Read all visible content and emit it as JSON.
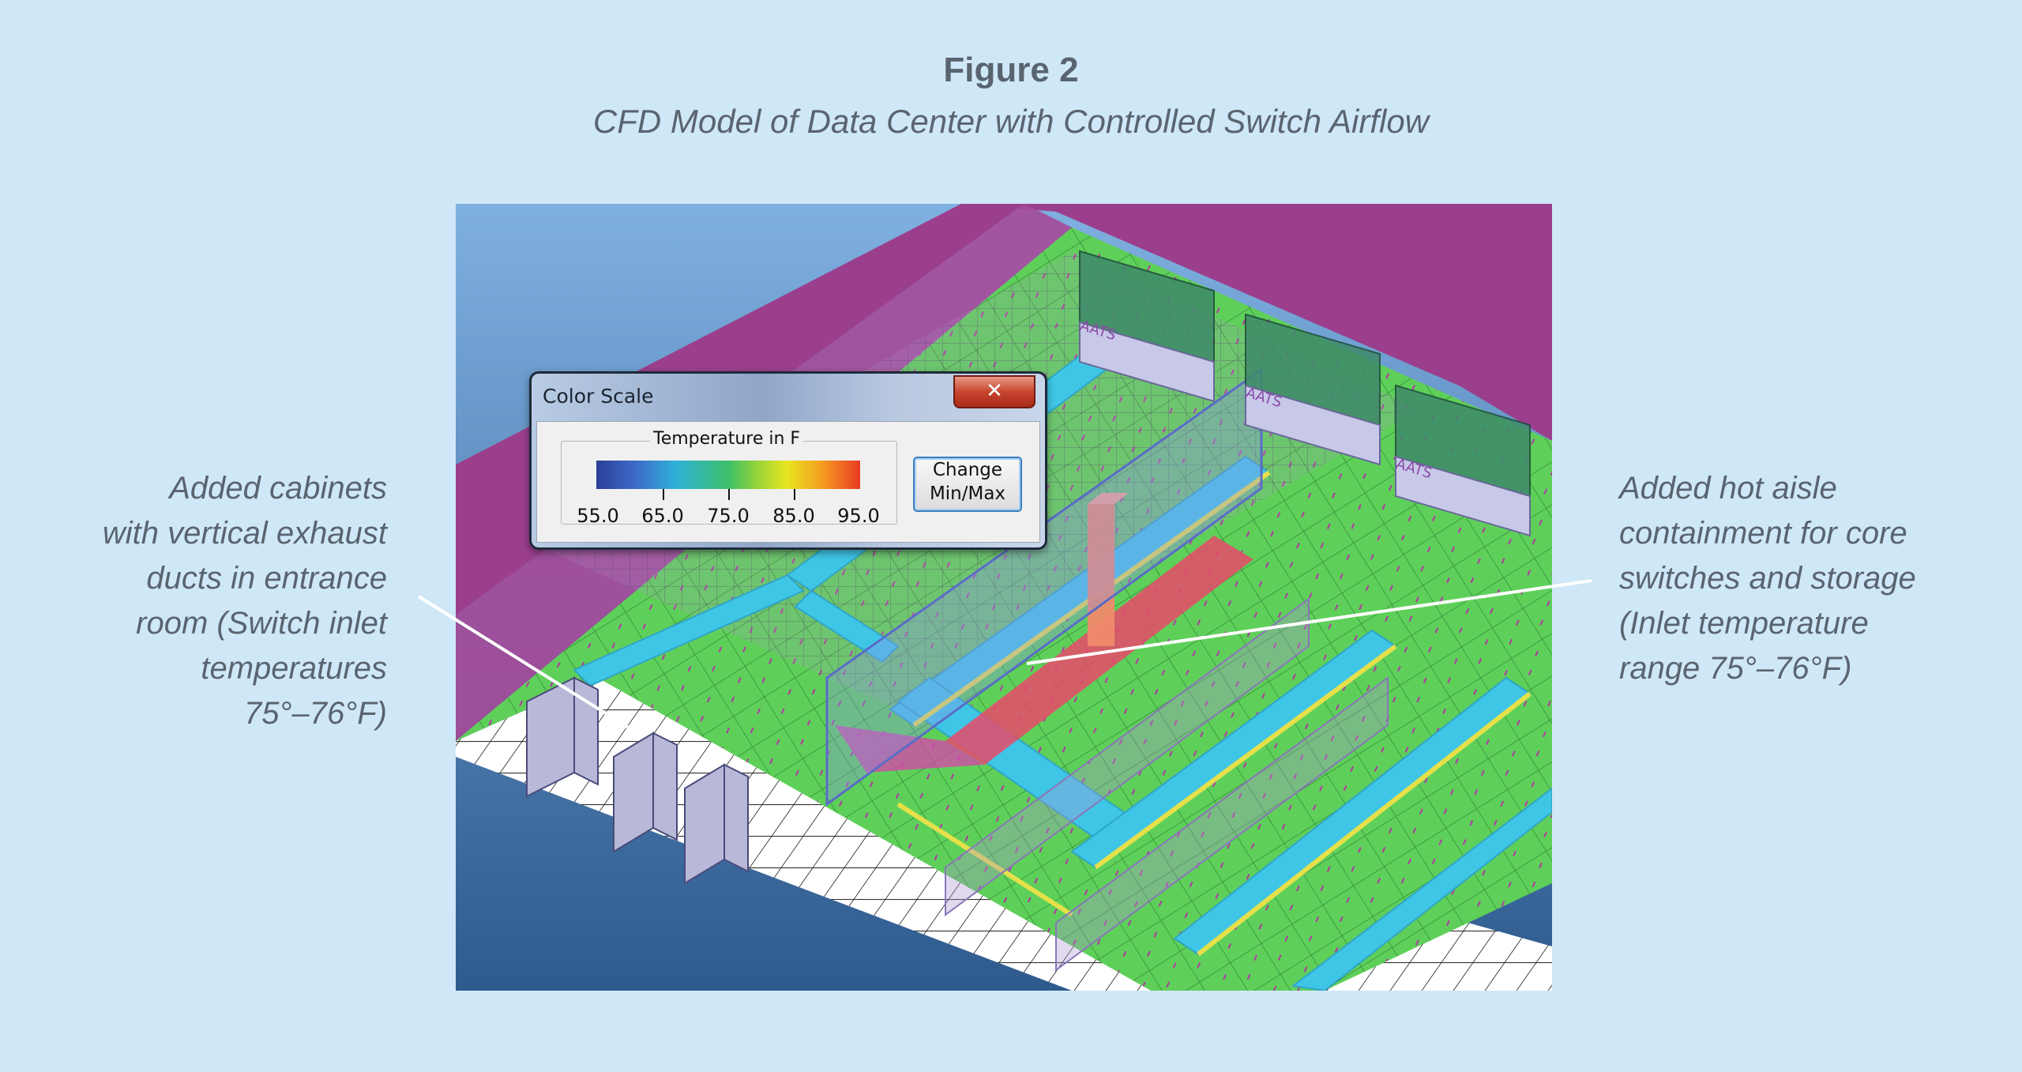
{
  "figure": {
    "title": "Figure 2",
    "subtitle": "CFD Model of Data Center with Controlled Switch Airflow"
  },
  "captions": {
    "left": [
      "Added cabinets",
      "with vertical exhaust",
      "ducts in entrance",
      "room (Switch inlet",
      "temperatures",
      "75°–76°F)"
    ],
    "right": [
      "Added hot aisle",
      "containment for core",
      "switches and storage",
      "(Inlet temperature",
      "range 75°–76°F)"
    ]
  },
  "dialog": {
    "title": "Color Scale",
    "close_label": "✕",
    "group_label": "Temperature in F",
    "scale_labels": [
      "55.0",
      "65.0",
      "75.0",
      "85.0",
      "95.0"
    ],
    "change_button_line1": "Change",
    "change_button_line2": "Min/Max"
  },
  "scene": {
    "rack_labels": [
      "AATS",
      "AATS",
      "AATS"
    ]
  },
  "colors": {
    "background": "#cfe8f8",
    "floor_green": "#5ed05a",
    "aisle_cyan": "#3fc6e6",
    "wall_magenta": "#9b3f8c",
    "hot_red": "#e84a6a",
    "text_gray": "#5a6470"
  }
}
